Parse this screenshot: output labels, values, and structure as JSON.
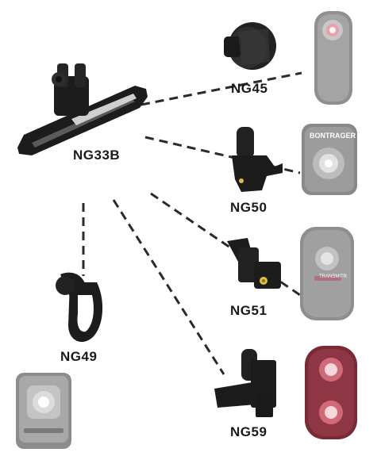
{
  "labels": {
    "ng33b": "NG33B",
    "ng45": "NG45",
    "ng50": "NG50",
    "ng51": "NG51",
    "ng49": "NG49",
    "ng59": "NG59"
  },
  "lights": {
    "bontrager_brand": "BONTRAGER",
    "transmitr_brand": "TRANSMITR"
  },
  "colors": {
    "mount_black": "#1c1c1c",
    "light_gray": "#8a8a8a",
    "red_glow": "#d04050",
    "dash": "#2a2a2a"
  }
}
